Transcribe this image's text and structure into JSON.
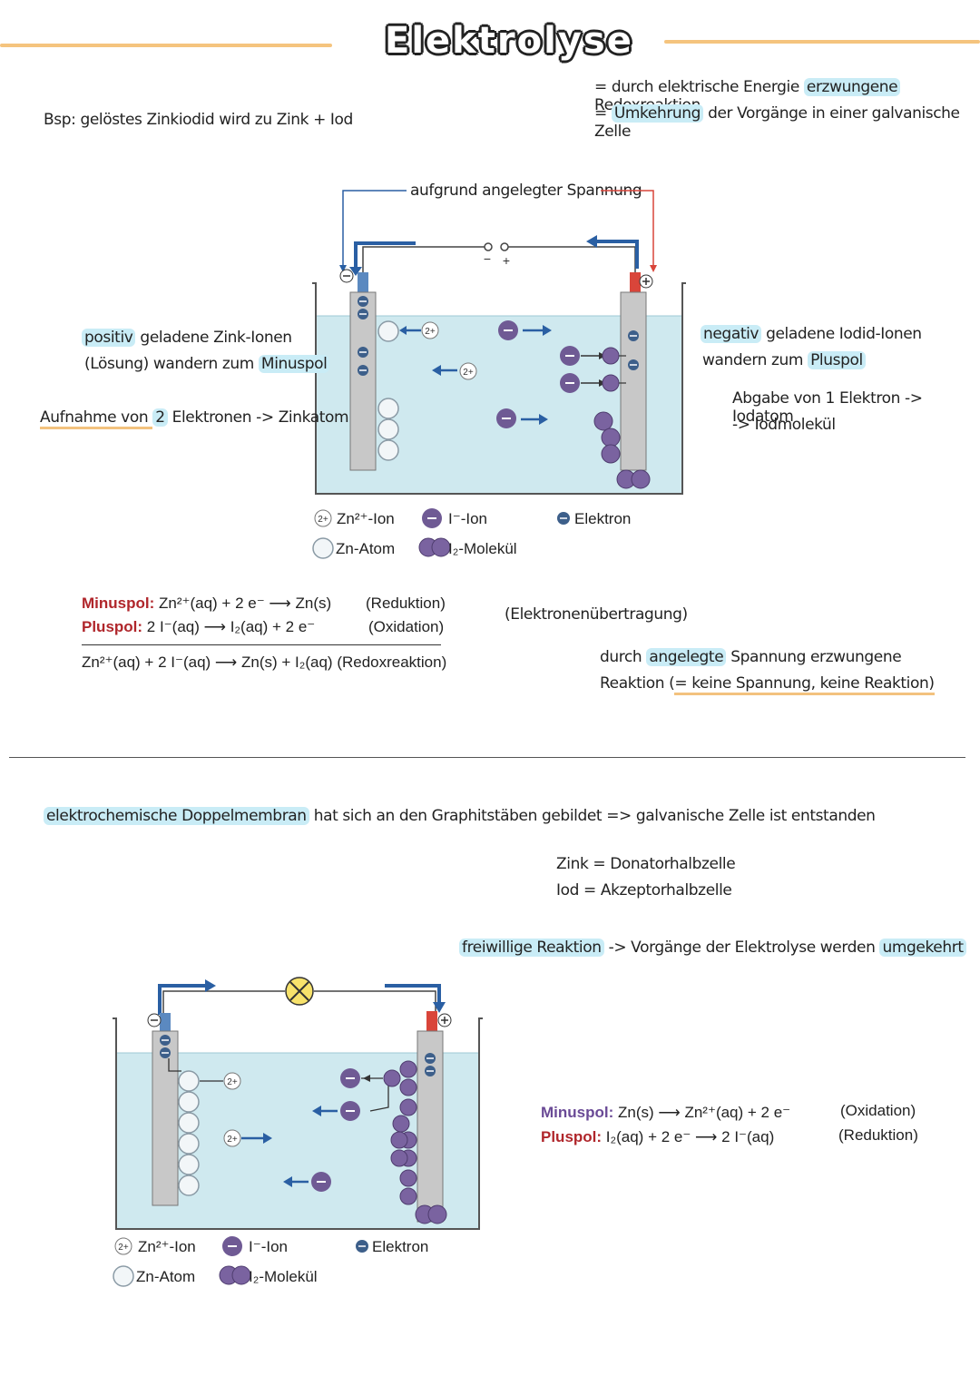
{
  "title": "Elektrolyse",
  "definition": {
    "line1_a": "= durch elektrische Energie ",
    "line1_b": "erzwungene",
    "line1_c": " Redoxreaktion",
    "line2_a": "= ",
    "line2_b": "Umkehrung",
    "line2_c": " der Vorgänge in einer galvanische Zelle"
  },
  "example": "Bsp: gelöstes Zinkiodid wird zu Zink + Iod",
  "diagram1": {
    "voltage_label": "aufgrund angelegter Spannung",
    "ion_label": "2+",
    "minus": "−",
    "plus": "+",
    "pole_minus": "−",
    "pole_plus": "+"
  },
  "left_notes": {
    "zn_a": "positiv",
    "zn_b": " geladene Zink-Ionen",
    "zn_c": "(Lösung) wandern zum ",
    "zn_d": "Minuspol",
    "uptake_a": "Aufnahme von ",
    "uptake_b": "2",
    "uptake_c": " Elektronen -> Zinkatom"
  },
  "right_notes": {
    "i_a": "negativ",
    "i_b": " geladene Iodid-Ionen",
    "i_c": "wandern zum ",
    "i_d": "Pluspol",
    "release_a": "Abgabe von 1 Elektron -> Iodatom",
    "release_b": "-> Iodmolekül"
  },
  "legend": {
    "zn_ion": "Zn²⁺-Ion",
    "i_ion": "I⁻-Ion",
    "electron": "Elektron",
    "zn_atom": "Zn-Atom",
    "i2": "I₂-Molekül",
    "ion_badge": "2+"
  },
  "equations1": {
    "minus_label": "Minuspol:",
    "minus_eq": " Zn²⁺(aq) + 2 e⁻  ⟶  Zn(s)",
    "minus_type": "(Reduktion)",
    "plus_label": "Pluspol:",
    "plus_eq": " 2 I⁻(aq)  ⟶  I₂(aq) + 2 e⁻",
    "plus_type": "(Oxidation)",
    "sum": "Zn²⁺(aq) + 2 I⁻(aq)  ⟶  Zn(s) + I₂(aq) (Redoxreaktion)"
  },
  "transfer_note": "(Elektronenübertragung)",
  "forced": {
    "line1_a": "durch ",
    "line1_b": "angelegte",
    "line1_c": " Spannung erzwungene",
    "line2_a": "Reaktion (",
    "line2_b": "= keine Spannung, keine Reaktion)"
  },
  "membrane": {
    "a": "elektrochemische Doppelmembran",
    "b": " hat sich an den Graphitstäben gebildet => galvanische Zelle ist entstanden"
  },
  "halfcells": {
    "line1": "Zink = Donatorhalbzelle",
    "line2": "Iod = Akzeptorhalbzelle"
  },
  "voluntary": {
    "a": "freiwillige Reaktion",
    "b": " -> Vorgänge der Elektrolyse werden ",
    "c": "umgekehrt"
  },
  "equations2": {
    "minus_label": "Minuspol:",
    "minus_eq": " Zn(s)  ⟶  Zn²⁺(aq) + 2 e⁻",
    "minus_type": "(Oxidation)",
    "plus_label": "Pluspol:",
    "plus_eq": " I₂(aq) + 2 e⁻  ⟶  2 I⁻(aq)",
    "plus_type": "(Reduktion)"
  },
  "colors": {
    "highlight": "#c9ecf6",
    "underline": "#f3c27e",
    "solution": "#cfe9ef",
    "zinc_pole": "#5b89c0",
    "iodine_pole": "#d9453a",
    "arrow_blue": "#2a5fa3",
    "iodide": "#6f5a94"
  }
}
